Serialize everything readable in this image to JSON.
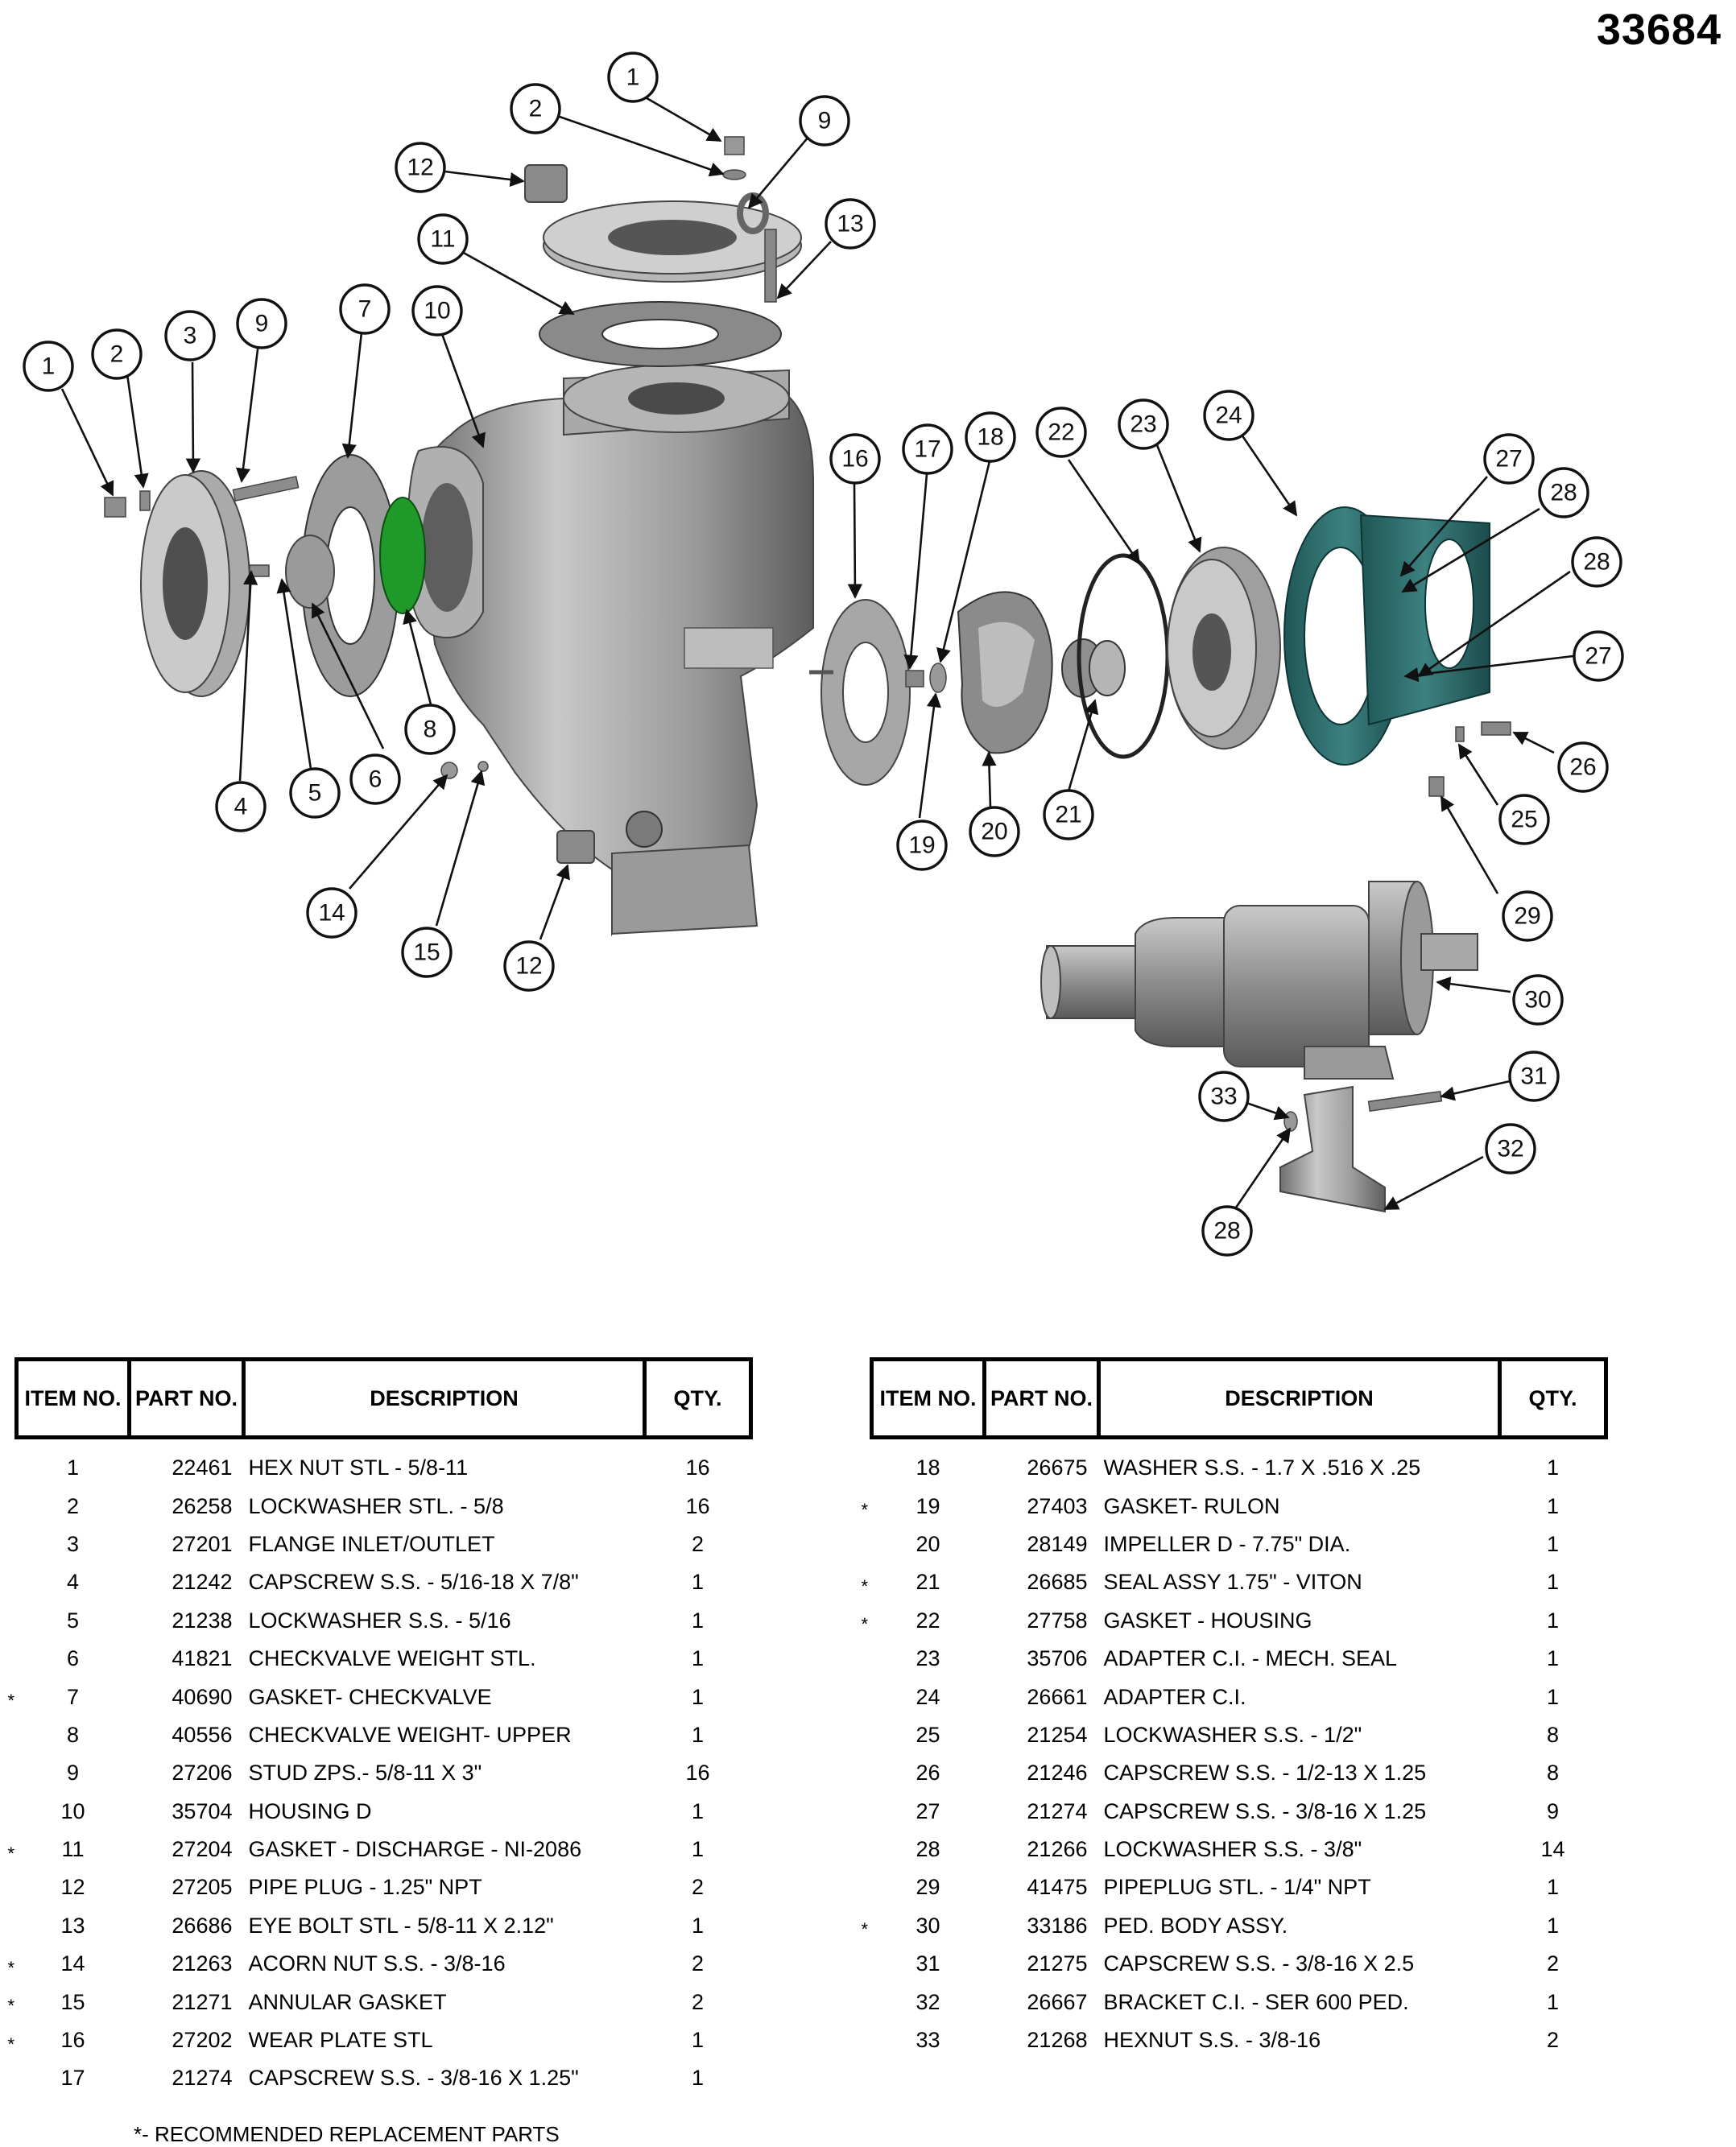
{
  "document": {
    "number": "33684",
    "footnote": "*- RECOMMENDED REPLACEMENT PARTS"
  },
  "drawing": {
    "description": "Exploded pump assembly drawing",
    "highlight_colors": {
      "checkvalve": "#1f9a2a",
      "adapter": "#2f6e6e",
      "casting": "#9c9c9c"
    },
    "callouts": [
      "1",
      "2",
      "12",
      "11",
      "9",
      "13",
      "1",
      "2",
      "3",
      "9",
      "7",
      "10",
      "16",
      "17",
      "18",
      "22",
      "23",
      "24",
      "27",
      "28",
      "28",
      "27",
      "26",
      "25",
      "29",
      "30",
      "31",
      "32",
      "33",
      "28",
      "4",
      "5",
      "6",
      "8",
      "14",
      "15",
      "12",
      "19",
      "20",
      "21"
    ]
  },
  "table": {
    "headers": {
      "item": "ITEM NO.",
      "part": "PART NO.",
      "description": "DESCRIPTION",
      "qty": "QTY."
    },
    "left_rows": [
      {
        "star": "",
        "item": "1",
        "part": "22461",
        "description": "HEX NUT STL - 5/8-11",
        "qty": "16"
      },
      {
        "star": "",
        "item": "2",
        "part": "26258",
        "description": "LOCKWASHER STL. -  5/8",
        "qty": "16"
      },
      {
        "star": "",
        "item": "3",
        "part": "27201",
        "description": "FLANGE INLET/OUTLET",
        "qty": "2"
      },
      {
        "star": "",
        "item": "4",
        "part": "21242",
        "description": "CAPSCREW S.S. - 5/16-18 X 7/8\"",
        "qty": "1"
      },
      {
        "star": "",
        "item": "5",
        "part": "21238",
        "description": "LOCKWASHER S.S. - 5/16",
        "qty": "1"
      },
      {
        "star": "",
        "item": "6",
        "part": "41821",
        "description": "CHECKVALVE WEIGHT STL.",
        "qty": "1"
      },
      {
        "star": "*",
        "item": "7",
        "part": "40690",
        "description": "GASKET- CHECKVALVE",
        "qty": "1"
      },
      {
        "star": "",
        "item": "8",
        "part": "40556",
        "description": "CHECKVALVE WEIGHT- UPPER",
        "qty": "1"
      },
      {
        "star": "",
        "item": "9",
        "part": "27206",
        "description": "STUD ZPS.- 5/8-11 X 3\"",
        "qty": "16"
      },
      {
        "star": "",
        "item": "10",
        "part": "35704",
        "description": "HOUSING D",
        "qty": "1"
      },
      {
        "star": "*",
        "item": "11",
        "part": "27204",
        "description": "GASKET - DISCHARGE - NI-2086",
        "qty": "1"
      },
      {
        "star": "",
        "item": "12",
        "part": "27205",
        "description": "PIPE PLUG  - 1.25\" NPT",
        "qty": "2"
      },
      {
        "star": "",
        "item": "13",
        "part": "26686",
        "description": "EYE BOLT STL - 5/8-11 X 2.12\"",
        "qty": "1"
      },
      {
        "star": "*",
        "item": "14",
        "part": "21263",
        "description": "ACORN NUT S.S. - 3/8-16",
        "qty": "2"
      },
      {
        "star": "*",
        "item": "15",
        "part": "21271",
        "description": "ANNULAR GASKET",
        "qty": "2"
      },
      {
        "star": "*",
        "item": "16",
        "part": "27202",
        "description": "WEAR PLATE STL",
        "qty": "1"
      },
      {
        "star": "",
        "item": "17",
        "part": "21274",
        "description": "CAPSCREW S.S. - 3/8-16 X 1.25\"",
        "qty": "1"
      }
    ],
    "right_rows": [
      {
        "star": "",
        "item": "18",
        "part": "26675",
        "description": "WASHER S.S. - 1.7 X .516 X .25",
        "qty": "1"
      },
      {
        "star": "*",
        "item": "19",
        "part": "27403",
        "description": "GASKET- RULON",
        "qty": "1"
      },
      {
        "star": "",
        "item": "20",
        "part": "28149",
        "description": "IMPELLER D - 7.75\" DIA.",
        "qty": "1"
      },
      {
        "star": "*",
        "item": "21",
        "part": "26685",
        "description": "SEAL ASSY 1.75\" - VITON",
        "qty": "1"
      },
      {
        "star": "*",
        "item": "22",
        "part": "27758",
        "description": "GASKET - HOUSING",
        "qty": "1"
      },
      {
        "star": "",
        "item": "23",
        "part": "35706",
        "description": "ADAPTER C.I. - MECH. SEAL",
        "qty": "1"
      },
      {
        "star": "",
        "item": "24",
        "part": "26661",
        "description": "ADAPTER C.I.",
        "qty": "1"
      },
      {
        "star": "",
        "item": "25",
        "part": "21254",
        "description": "LOCKWASHER S.S. - 1/2\"",
        "qty": "8"
      },
      {
        "star": "",
        "item": "26",
        "part": "21246",
        "description": "CAPSCREW S.S. - 1/2-13 X 1.25",
        "qty": "8"
      },
      {
        "star": "",
        "item": "27",
        "part": "21274",
        "description": "CAPSCREW S.S. - 3/8-16 X 1.25",
        "qty": "9"
      },
      {
        "star": "",
        "item": "28",
        "part": "21266",
        "description": "LOCKWASHER S.S. - 3/8\"",
        "qty": "14"
      },
      {
        "star": "",
        "item": "29",
        "part": "41475",
        "description": "PIPEPLUG  STL. - 1/4\" NPT",
        "qty": "1"
      },
      {
        "star": "*",
        "item": "30",
        "part": "33186",
        "description": "PED. BODY ASSY.",
        "qty": "1"
      },
      {
        "star": "",
        "item": "31",
        "part": "21275",
        "description": "CAPSCREW S.S. - 3/8-16 X 2.5",
        "qty": "2"
      },
      {
        "star": "",
        "item": "32",
        "part": "26667",
        "description": "BRACKET C.I. - SER 600 PED.",
        "qty": "1"
      },
      {
        "star": "",
        "item": "33",
        "part": "21268",
        "description": "HEXNUT S.S. - 3/8-16",
        "qty": "2"
      }
    ]
  }
}
